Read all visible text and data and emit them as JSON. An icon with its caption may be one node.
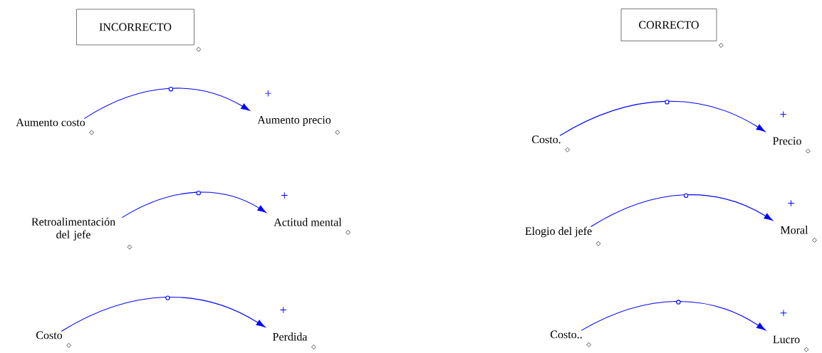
{
  "diagram": {
    "nodes": [
      {
        "text": [
          "INCORRECTO"
        ]
      },
      {
        "text": [
          "CORRECTO"
        ]
      },
      {
        "text": [
          "Aumento costo"
        ]
      },
      {
        "text": [
          "Aumento precio"
        ]
      },
      {
        "text": [
          "Costo."
        ]
      },
      {
        "text": [
          "Precio"
        ]
      },
      {
        "text": [
          "Retroalimentación del jefe"
        ]
      },
      {
        "text": [
          "Actitud mental"
        ]
      },
      {
        "text": [
          "Elogio del jefe"
        ]
      },
      {
        "text": [
          "Moral"
        ]
      },
      {
        "text": [
          "Costo"
        ]
      },
      {
        "text": [
          "Perdida"
        ]
      },
      {
        "text": [
          "Costo.."
        ]
      },
      {
        "text": [
          "Lucro"
        ]
      }
    ],
    "edges": [
      {
        "from": 2,
        "to": 3,
        "arrow": "to",
        "label": "+"
      },
      {
        "from": 4,
        "to": 5,
        "arrow": "to",
        "label": "+"
      },
      {
        "from": 6,
        "to": 7,
        "arrow": "to",
        "label": "+"
      },
      {
        "from": 8,
        "to": 9,
        "arrow": "to",
        "label": "+"
      },
      {
        "from": 10,
        "to": 11,
        "arrow": "to",
        "label": "+"
      },
      {
        "from": 12,
        "to": 13,
        "arrow": "to",
        "label": "+"
      }
    ]
  }
}
